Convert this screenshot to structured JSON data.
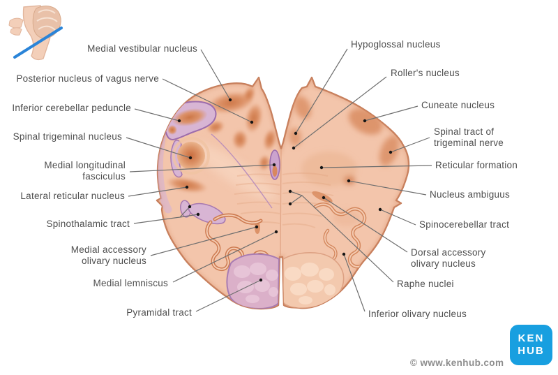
{
  "diagram": {
    "subject": "Cross-section of the medulla oblongata with labeled nuclei and tracts",
    "inset": "brainstem sagittal view with blue section-plane line"
  },
  "labels": {
    "left": [
      {
        "text": "Medial vestibular nucleus"
      },
      {
        "text": "Posterior nucleus of vagus nerve"
      },
      {
        "text": "Inferior cerebellar peduncle"
      },
      {
        "text": "Spinal trigeminal nucleus"
      },
      {
        "text": "Medial longitudinal fasciculus"
      },
      {
        "text": "Lateral reticular nucleus"
      },
      {
        "text": "Spinothalamic tract"
      },
      {
        "text": "Medial accessory olivary nucleus"
      },
      {
        "text": "Medial lemniscus"
      },
      {
        "text": "Pyramidal tract"
      }
    ],
    "right": [
      {
        "text": "Hypoglossal nucleus"
      },
      {
        "text": "Roller's nucleus"
      },
      {
        "text": "Cuneate nucleus"
      },
      {
        "text": "Spinal tract of trigeminal nerve"
      },
      {
        "text": "Reticular formation"
      },
      {
        "text": "Nucleus ambiguus"
      },
      {
        "text": "Spinocerebellar tract"
      },
      {
        "text": "Dorsal accessory olivary nucleus"
      },
      {
        "text": "Raphe nuclei"
      },
      {
        "text": "Inferior olivary nucleus"
      }
    ]
  },
  "watermark": {
    "copyright": "© www.kenhub.com"
  },
  "logo": {
    "line1": "KEN",
    "line2": "HUB"
  },
  "colors": {
    "logo_blue": "#189fe0",
    "section_base": "#f3c5ab",
    "section_outline": "#c57c59",
    "nucleus_orange": "#db8c63",
    "tract_purple_fill": "#d8b5d4",
    "tract_purple_outline": "#9c6cac",
    "pyramid_pink": "#dbb0c9",
    "section_plane_blue": "#2a84d8",
    "label_text": "#4d4d4d",
    "leader_line": "#6e6e6e"
  }
}
